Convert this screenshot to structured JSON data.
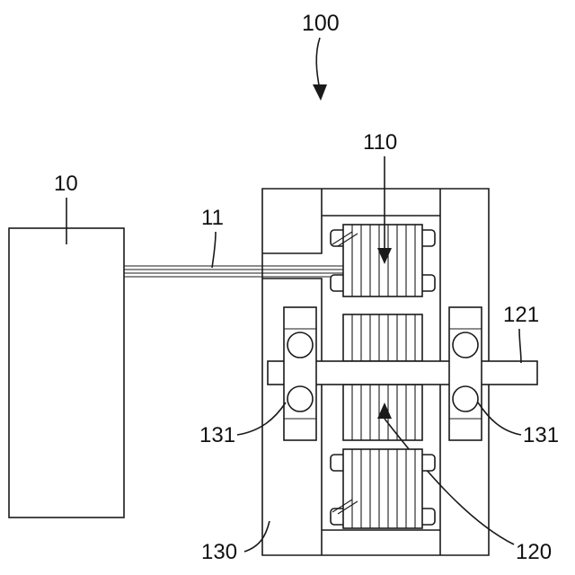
{
  "figure": {
    "labels": {
      "device": "100",
      "controller": "10",
      "cable": "11",
      "stator": "110",
      "shaft": "121",
      "bearing_left": "131",
      "bearing_right": "131",
      "rotor": "120",
      "housing": "130"
    },
    "stroke_color": "#1a1a1a",
    "background": "#ffffff"
  }
}
